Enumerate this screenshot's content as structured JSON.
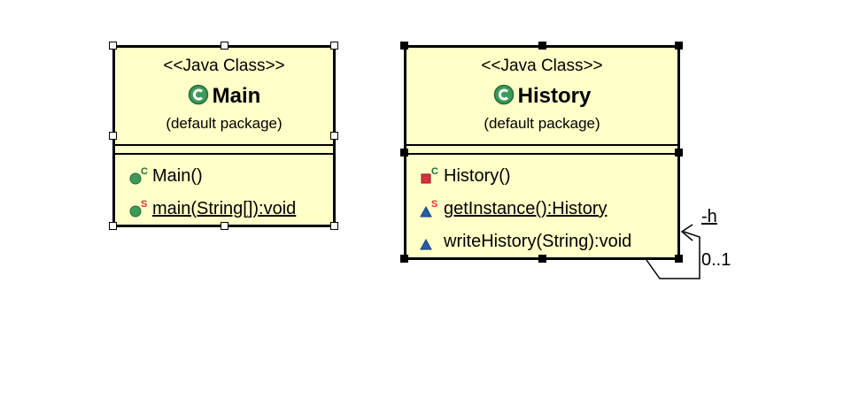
{
  "classes": {
    "main": {
      "stereotype": "<<Java Class>>",
      "name": "Main",
      "package": "(default package)",
      "ops": [
        "Main()",
        "main(String[]):void"
      ]
    },
    "history": {
      "stereotype": "<<Java Class>>",
      "name": "History",
      "package": "(default package)",
      "ops": [
        "History()",
        "getInstance():History",
        "writeHistory(String):void"
      ]
    }
  },
  "association": {
    "role": "-h",
    "multiplicity": "0..1"
  },
  "colors": {
    "class_fill": "#ffffc8",
    "public_icon": "#3d9a5a",
    "private_icon": "#d9323c",
    "package_icon": "#2a5ca8"
  },
  "icons": {
    "class": "class-c-icon",
    "constructor_modifier": "C",
    "static_modifier": "S"
  }
}
